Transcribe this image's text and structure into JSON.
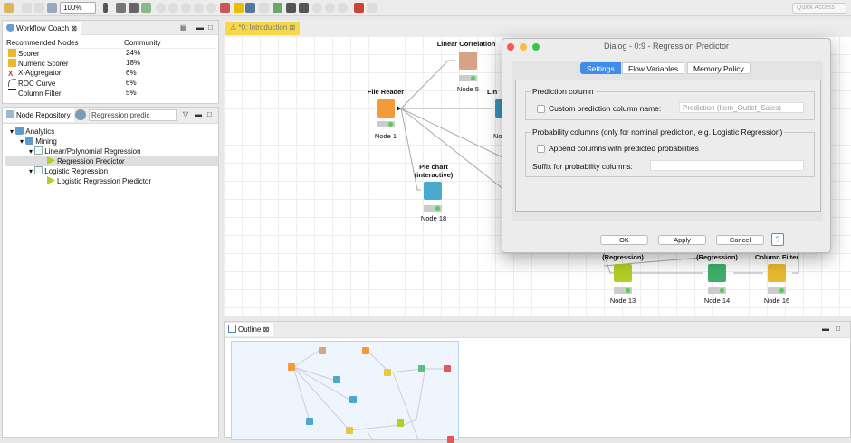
{
  "toolbar": {
    "zoom": "100%",
    "quick_access_placeholder": "Quick Access"
  },
  "coach": {
    "title": "Workflow Coach",
    "columns": [
      "Recommended Nodes",
      "Community"
    ],
    "rows": [
      {
        "name": "Scorer",
        "pct": "24%"
      },
      {
        "name": "Numeric Scorer",
        "pct": "18%"
      },
      {
        "name": "X-Aggregator",
        "pct": "6%"
      },
      {
        "name": "ROC Curve",
        "pct": "6%"
      },
      {
        "name": "Column Filter",
        "pct": "5%"
      }
    ]
  },
  "repo": {
    "title": "Node Repository",
    "search": "Regression predic",
    "tree": [
      {
        "label": "Analytics",
        "level": 0
      },
      {
        "label": "Mining",
        "level": 1
      },
      {
        "label": "Linear/Polynomial Regression",
        "level": 2
      },
      {
        "label": "Regression Predictor",
        "level": 3,
        "selected": true
      },
      {
        "label": "Logistic Regression",
        "level": 2
      },
      {
        "label": "Logistic Regression Predictor",
        "level": 3
      }
    ]
  },
  "editor": {
    "tab": "*0: Introduction"
  },
  "nodes": [
    {
      "title": "File Reader",
      "label": "Node 1",
      "color": "#f39a3a"
    },
    {
      "title": "Linear Correlation",
      "label": "Node 5",
      "color": "#d6a389"
    },
    {
      "title": "Lin",
      "label": "No",
      "color": "#3d93b8"
    },
    {
      "title": "Pie chart (interactive)",
      "label": "Node 18",
      "color": "#4aa9cf"
    },
    {
      "title": "(Regression)",
      "label": "Node 13",
      "color": "#b3cc26"
    },
    {
      "title": "(Regression)",
      "label": "Node 14",
      "color": "#3fae6a"
    },
    {
      "title": "Column Filter",
      "label": "Node 16",
      "color": "#e8b830"
    }
  ],
  "dialog": {
    "title": "Dialog - 0:9 - Regression Predictor",
    "tabs": [
      "Settings",
      "Flow Variables",
      "Memory Policy"
    ],
    "active_tab": "Settings",
    "prediction_group": "Prediction column",
    "custom_name_label": "Custom prediction column name:",
    "custom_name_checked": false,
    "custom_name_value": "Prediction (Item_Outlet_Sales)",
    "prob_group": "Probability columns (only for nominal prediction, e.g. Logistic Regression)",
    "append_label": "Append columns with predicted probabilities",
    "append_checked": false,
    "suffix_label": "Suffix for probability columns:",
    "suffix_value": "",
    "buttons": {
      "ok": "OK",
      "apply": "Apply",
      "cancel": "Cancel",
      "help": "?"
    }
  },
  "outline": {
    "title": "Outline"
  }
}
